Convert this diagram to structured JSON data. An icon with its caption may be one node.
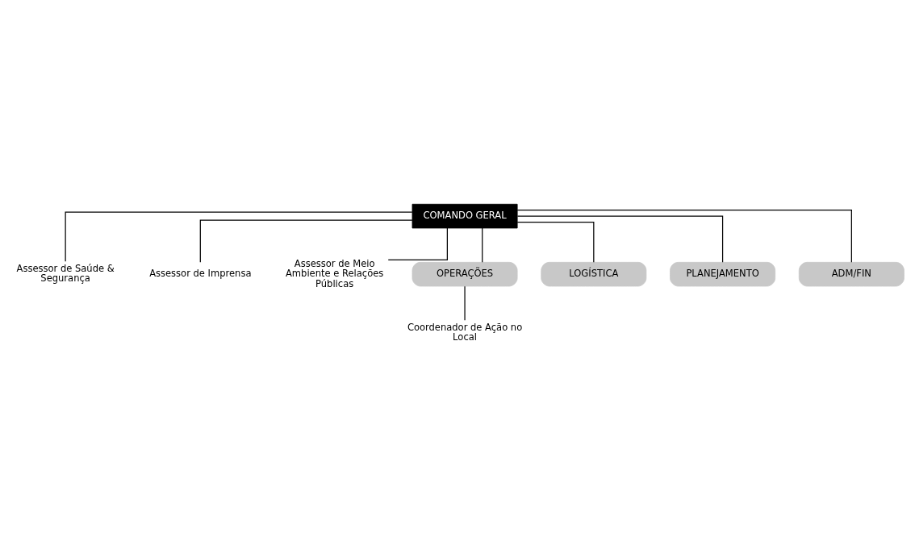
{
  "diagram": {
    "nodes": [
      {
        "text": [
          "COMANDO GERAL"
        ]
      },
      {
        "text": [
          "Assessor de Saúde & Segurança"
        ]
      },
      {
        "text": [
          "Assessor de Imprensa"
        ]
      },
      {
        "text": [
          "Assessor de Meio Ambiente e Relações Públicas"
        ]
      },
      {
        "text": [
          "OPERAÇÕES"
        ]
      },
      {
        "text": [
          "LOGÍSTICA"
        ]
      },
      {
        "text": [
          "PLANEJAMENTO"
        ]
      },
      {
        "text": [
          "ADM/FIN"
        ]
      },
      {
        "text": [
          "Coordenador de Ação no Local"
        ]
      }
    ],
    "edges": [
      {
        "from": 0,
        "to": 1,
        "arrow": "none"
      },
      {
        "from": 0,
        "to": 2,
        "arrow": "none"
      },
      {
        "from": 0,
        "to": 3,
        "arrow": "none"
      },
      {
        "from": 0,
        "to": 4,
        "arrow": "none"
      },
      {
        "from": 0,
        "to": 5,
        "arrow": "none"
      },
      {
        "from": 0,
        "to": 6,
        "arrow": "none"
      },
      {
        "from": 0,
        "to": 7,
        "arrow": "none"
      },
      {
        "from": 4,
        "to": 8,
        "arrow": "none"
      }
    ]
  }
}
